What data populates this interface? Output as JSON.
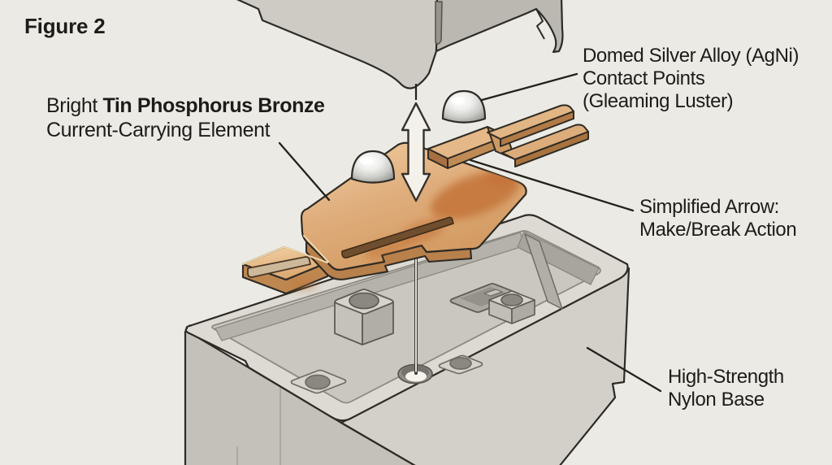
{
  "figure": {
    "title": "Figure 2"
  },
  "labels": {
    "bronze": {
      "prefix": "Bright ",
      "bold": "Tin Phosphorus Bronze",
      "line2": "Current-Carrying Element"
    },
    "contacts": {
      "line1": "Domed Silver Alloy (AgNi)",
      "line2": "Contact Points",
      "line3": "(Gleaming Luster)"
    },
    "action": {
      "line1": "Simplified Arrow:",
      "line2": "Make/Break Action"
    },
    "nylon": {
      "line1": "High-Strength",
      "line2": "Nylon Base"
    }
  },
  "colors": {
    "background": "#ECEAE4",
    "text": "#1D1C19",
    "outline": "#2E2B25",
    "leader": "#23211C",
    "copper_light": "#EFC795",
    "copper_mid": "#D9A271",
    "copper_dark": "#B8804B",
    "copper_smudge": "#C26F33",
    "silver_light": "#FAFAF8",
    "silver_dark": "#8E8E8A",
    "housing_light": "#CDCBC3",
    "housing_dark": "#BAB8B0",
    "base_face_light": "#D2D0C8",
    "base_face_dark": "#C3C1B9",
    "base_rim": "#DCDAD2",
    "base_floor": "#C9C7BF",
    "arrow_fill": "#F3F1EA"
  }
}
